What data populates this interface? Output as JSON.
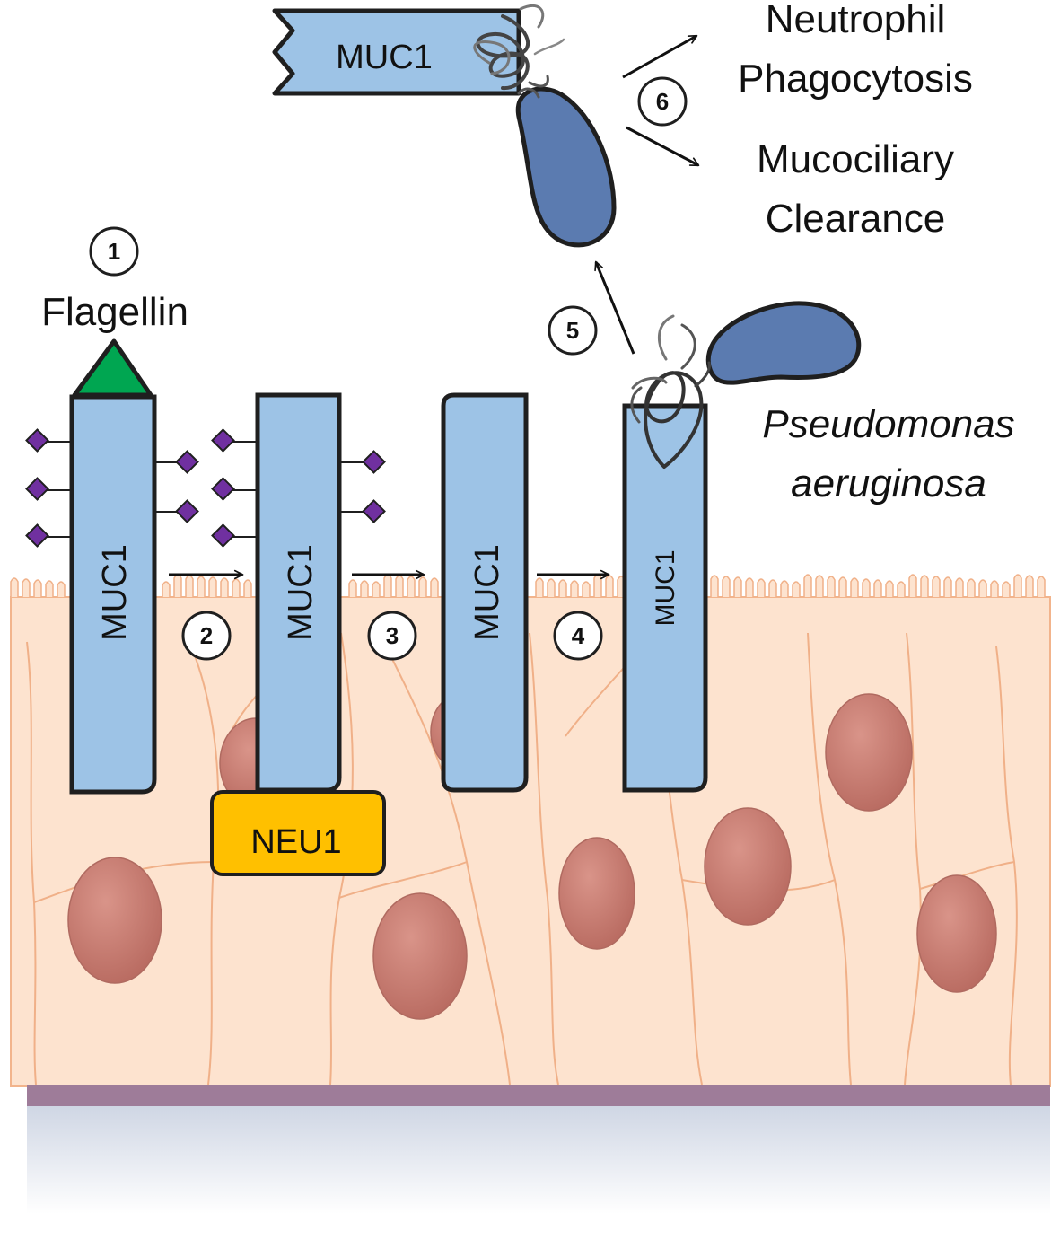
{
  "steps": [
    "1",
    "2",
    "3",
    "4",
    "5",
    "6"
  ],
  "labels": {
    "flagellin": "Flagellin",
    "muc1": "MUC1",
    "neu1": "NEU1",
    "neutrophil": "Neutrophil",
    "phagocytosis": "Phagocytosis",
    "mucociliary": "Mucociliary",
    "clearance": "Clearance",
    "pseudomonas": "Pseudomonas",
    "aeruginosa": "aeruginosa"
  },
  "colors": {
    "muc1_fill": "#9dc3e6",
    "outline": "#1f1f1f",
    "flagellin": "#00a651",
    "sialic_acid": "#7030a0",
    "neu1": "#ffc000",
    "bacterium": "#5b7bb0",
    "cell": "#fde3cf",
    "cell_edge": "#f2b48c",
    "nucleus": "#c97a70",
    "membrane": "#9e7c99"
  }
}
